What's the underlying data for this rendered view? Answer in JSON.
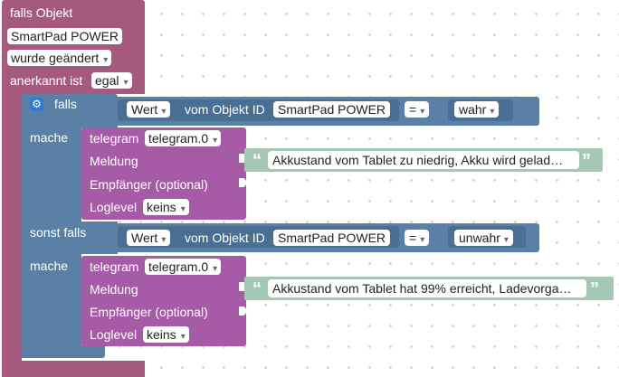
{
  "trigger": {
    "title": "falls Objekt",
    "object_name": "SmartPad POWER",
    "event": "wurde geändert",
    "ack_label": "anerkannt ist",
    "ack_value": "egal"
  },
  "if_block": {
    "if_label": "falls",
    "else_if_label": "sonst falls",
    "do_label": "mache",
    "conditions": [
      {
        "prop": "Wert",
        "id_label": "vom Objekt ID",
        "object": "SmartPad POWER",
        "op": "=",
        "value": "wahr"
      },
      {
        "prop": "Wert",
        "id_label": "vom Objekt ID",
        "object": "SmartPad POWER",
        "op": "=",
        "value": "unwahr"
      }
    ]
  },
  "telegram_blocks": [
    {
      "title": "telegram",
      "instance": "telegram.0",
      "message_label": "Meldung",
      "message": "Akkustand vom Tablet zu niedrig, Akku wird gelad…",
      "recipient_label": "Empfänger (optional)",
      "loglevel_label": "Loglevel",
      "loglevel": "keins"
    },
    {
      "title": "telegram",
      "instance": "telegram.0",
      "message_label": "Meldung",
      "message": "Akkustand vom Tablet hat 99% erreicht, Ladevorga…",
      "recipient_label": "Empfänger (optional)",
      "loglevel_label": "Loglevel",
      "loglevel": "keins"
    }
  ],
  "colors": {
    "trigger": "#a5597f",
    "logic": "#5b80a5",
    "telegram": "#a55ba5",
    "text": "#a5c8b4"
  },
  "icons": {
    "gear": "gear-icon",
    "quote_open": "“",
    "quote_close": "”"
  }
}
